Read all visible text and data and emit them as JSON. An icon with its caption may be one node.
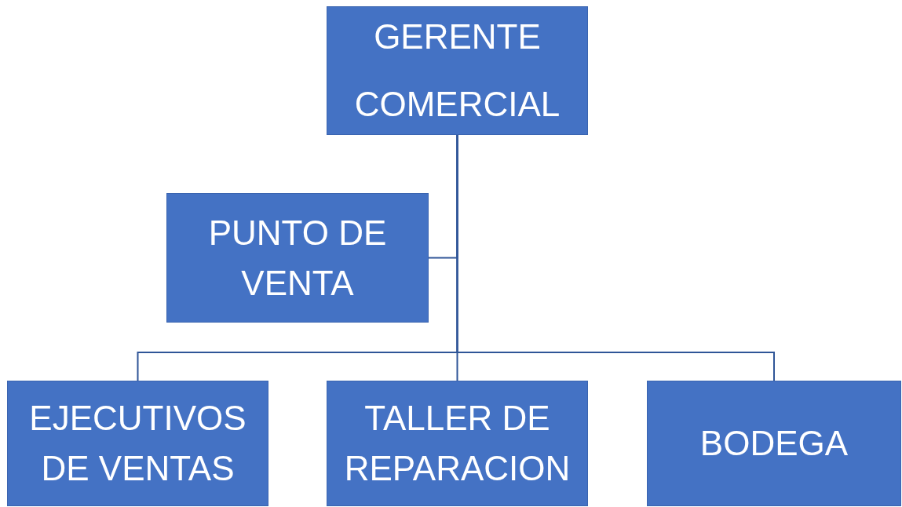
{
  "diagram": {
    "nodes": [
      {
        "text": [
          "GERENTE COMERCIAL"
        ]
      },
      {
        "text": [
          "PUNTO DE VENTA"
        ]
      },
      {
        "text": [
          "EJECUTIVOS DE VENTAS"
        ]
      },
      {
        "text": [
          "TALLER DE REPARACION"
        ]
      },
      {
        "text": [
          "BODEGA"
        ]
      }
    ],
    "edges": [
      {
        "from": 0,
        "to": 1,
        "arrow": "none"
      },
      {
        "from": 0,
        "to": 2,
        "arrow": "none"
      },
      {
        "from": 0,
        "to": 3,
        "arrow": "none"
      },
      {
        "from": 0,
        "to": 4,
        "arrow": "none"
      }
    ]
  }
}
